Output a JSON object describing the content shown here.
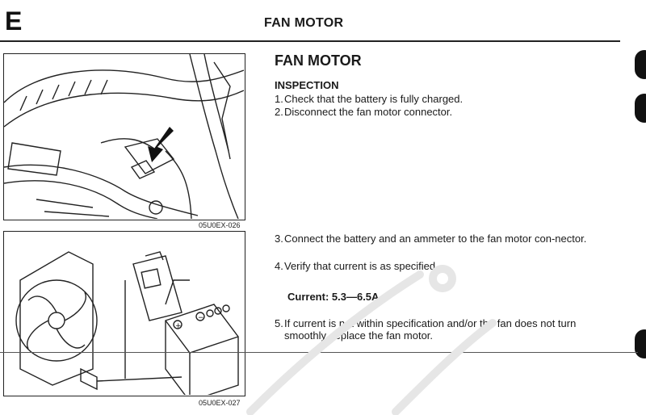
{
  "header": {
    "section_letter": "E",
    "title": "FAN MOTOR"
  },
  "main": {
    "section_title": "FAN MOTOR",
    "subsection_title": "INSPECTION",
    "steps": [
      {
        "num": "1.",
        "text": "Check that the battery is fully charged."
      },
      {
        "num": "2.",
        "text": "Disconnect the fan motor connector."
      },
      {
        "num": "3.",
        "text": "Connect the battery and an ammeter to the fan motor con-nector."
      },
      {
        "num": "4.",
        "text": "Verify that current is as specified."
      },
      {
        "num": "5.",
        "text": "If current is not within specification and/or the fan does not turn smoothly, replace the fan motor."
      }
    ],
    "spec": "Current: 5.3—6.5A"
  },
  "figures": [
    {
      "id": "05U0EX-026"
    },
    {
      "id": "05U0EX-027"
    }
  ]
}
